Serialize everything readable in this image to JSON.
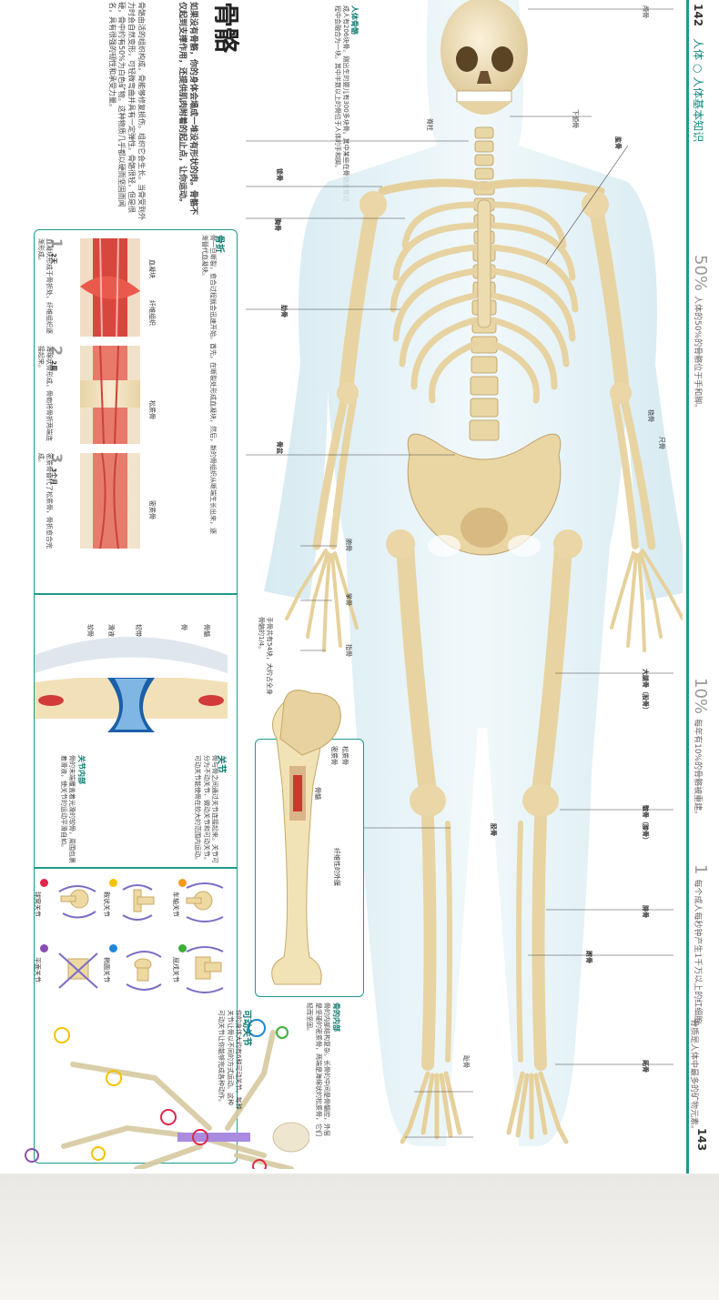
{
  "page": {
    "left_page_number": "142",
    "right_page_number": "143",
    "running_header": "人体 ○ 人体基本知识"
  },
  "title": {
    "main": "骨骼",
    "intro_bold": "如果没有骨骼，你的身体会塌成一堆没有形状的肉。骨骼不仅起到支撑作用，还提供肌肉附着的起止点，让你运动。",
    "intro_body": "骨骼由活的组织构成，骨能够修复损伤。组织它会生长。当骨受到外力时会自然变形，可轻微弯曲并具有一定弹性。骨骼很轻，但是很硬，骨中约有50%为白色矿物。这种物质几乎都以硬而坚固而闻名，具有很强的韧性和承受力量。"
  },
  "skeleton_intro": {
    "heading": "人体骨骼",
    "text": "成人有206块骨。刚出生的婴儿有300多块骨。其中某些在骨骼发育过程中会融合为一块。其中半数以上的骨位于人体的手和脚。"
  },
  "fracture": {
    "heading": "骨折",
    "text": "骨一旦断裂，愈合过程就会迅速开始。首先，在断裂处形成血凝块，然后，新的骨组织从断端生长出来，逐渐替代血凝块。",
    "steps": [
      {
        "num": "1",
        "time": "2天",
        "text": "血凝块形成于骨折处，纤维组织逐渐形成。",
        "label_a": "血凝块",
        "label_b": "纤维组织"
      },
      {
        "num": "2",
        "time": "2周",
        "text": "海绵状骨形成，骨痂将骨折两端连接起来。",
        "label_a": "松质骨",
        "label_b": ""
      },
      {
        "num": "3",
        "time": "3个月",
        "text": "密质骨替代了松质骨，骨折愈合完成。",
        "label_a": "密质骨",
        "label_b": ""
      }
    ]
  },
  "joint": {
    "heading": "关节",
    "text": "骨与骨之间通过关节连接起来。关节可分为不动关节、微动关节和可动关节。可动关节能使骨在较大的范围内运动。",
    "inner_heading": "关节内部",
    "inner_text": "骨的末端覆盖着光滑的软骨，周围包裹着滑液，使关节的运动平滑自如。",
    "labels": [
      "软骨",
      "滑液",
      "韧带",
      "骨",
      "骨髓"
    ]
  },
  "joint_types": {
    "items": [
      {
        "name": "球窝关节",
        "color": "#e2264b"
      },
      {
        "name": "鞍状关节",
        "color": "#f3c300"
      },
      {
        "name": "车轴关节",
        "color": "#f39a1e"
      },
      {
        "name": "平面关节",
        "color": "#8a4db3"
      },
      {
        "name": "椭圆关节",
        "color": "#1f88d6"
      },
      {
        "name": "屈戌关节",
        "color": "#3fae3c"
      }
    ]
  },
  "movable_joint": {
    "heading": "可动关节",
    "text": "你的身体大约有6种可动关节。每种关节让骨以不同的方式运动。这种可动关节让你能够完成各种动作。"
  },
  "bone_inside": {
    "heading": "骨的内部",
    "text": "骨的内部结构复杂。长骨的中间是骨髓腔，外层是坚硬的密质骨，两端是海绵状的松质骨，它们轻而坚固。",
    "labels": [
      "松质骨",
      "密质骨",
      "骨髓",
      "骨膜",
      "纤维性的外膜"
    ]
  },
  "bone_labels": {
    "skull": "颅骨",
    "mandible": "下颌骨",
    "spine": "脊柱",
    "clavicle": "锁骨",
    "sternum": "胸骨",
    "ribs": "肋骨",
    "humerus": "肱骨",
    "radius": "桡骨",
    "ulna": "尺骨",
    "pelvis": "骨盆",
    "carpals": "腕骨",
    "metacarpals": "掌骨",
    "phalanges": "指骨",
    "femur": "大腿骨（股骨）",
    "patella": "髌骨（膝骨）",
    "tibia": "胫骨",
    "fibula": "腓骨",
    "tarsals": "跗骨",
    "metatarsals": "跖骨",
    "toe_bones": "趾骨",
    "hand_note": "手骨共有54块，大约占全身骨骼的1/4。"
  },
  "stats": [
    {
      "value": "50%",
      "text": "人体的50%的骨骼位于手和脚。"
    },
    {
      "value": "10%",
      "text": "每年有10%的骨骼被重建。"
    },
    {
      "value": "1",
      "text": "每个成人每秒钟产生1千万以上的红细胞。"
    }
  ],
  "side_notes": [
    "骨质是人体中最多的矿物元素。",
    "骨中约50%为白色矿物。"
  ]
}
